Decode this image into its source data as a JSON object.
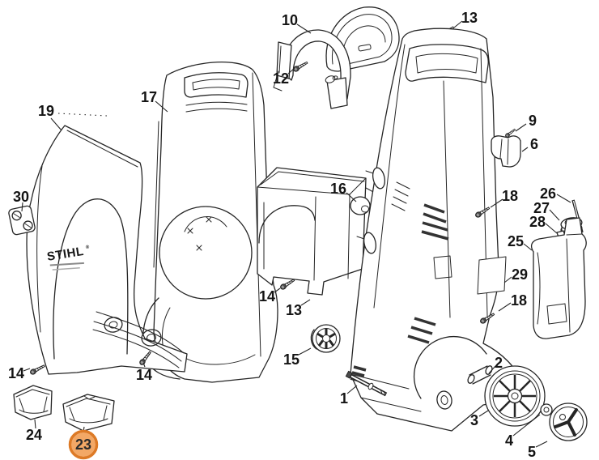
{
  "diagram": {
    "type": "exploded-parts-diagram",
    "brand_label": "STIHL",
    "registered_mark": "®",
    "line_color": "#252525",
    "highlight": {
      "part": "23",
      "ring_color": "#DD7A26",
      "fill_color": "#F3A866",
      "text_color": "#2B2B2B"
    },
    "callouts": [
      {
        "id": "19",
        "label": "19"
      },
      {
        "id": "30",
        "label": "30"
      },
      {
        "id": "17",
        "label": "17"
      },
      {
        "id": "10",
        "label": "10"
      },
      {
        "id": "12",
        "label": "12"
      },
      {
        "id": "13-top",
        "label": "13"
      },
      {
        "id": "9",
        "label": "9"
      },
      {
        "id": "6",
        "label": "6"
      },
      {
        "id": "16",
        "label": "16"
      },
      {
        "id": "26",
        "label": "26"
      },
      {
        "id": "27",
        "label": "27"
      },
      {
        "id": "28",
        "label": "28"
      },
      {
        "id": "25",
        "label": "25"
      },
      {
        "id": "29",
        "label": "29"
      },
      {
        "id": "18-upper",
        "label": "18"
      },
      {
        "id": "18-lower",
        "label": "18"
      },
      {
        "id": "14-left",
        "label": "14"
      },
      {
        "id": "14-mid",
        "label": "14"
      },
      {
        "id": "14-center",
        "label": "14"
      },
      {
        "id": "13-mid",
        "label": "13"
      },
      {
        "id": "15",
        "label": "15"
      },
      {
        "id": "1",
        "label": "1"
      },
      {
        "id": "2",
        "label": "2"
      },
      {
        "id": "3",
        "label": "3"
      },
      {
        "id": "4",
        "label": "4"
      },
      {
        "id": "5",
        "label": "5"
      },
      {
        "id": "24",
        "label": "24"
      },
      {
        "id": "23",
        "label": "23",
        "highlighted": true
      }
    ]
  }
}
